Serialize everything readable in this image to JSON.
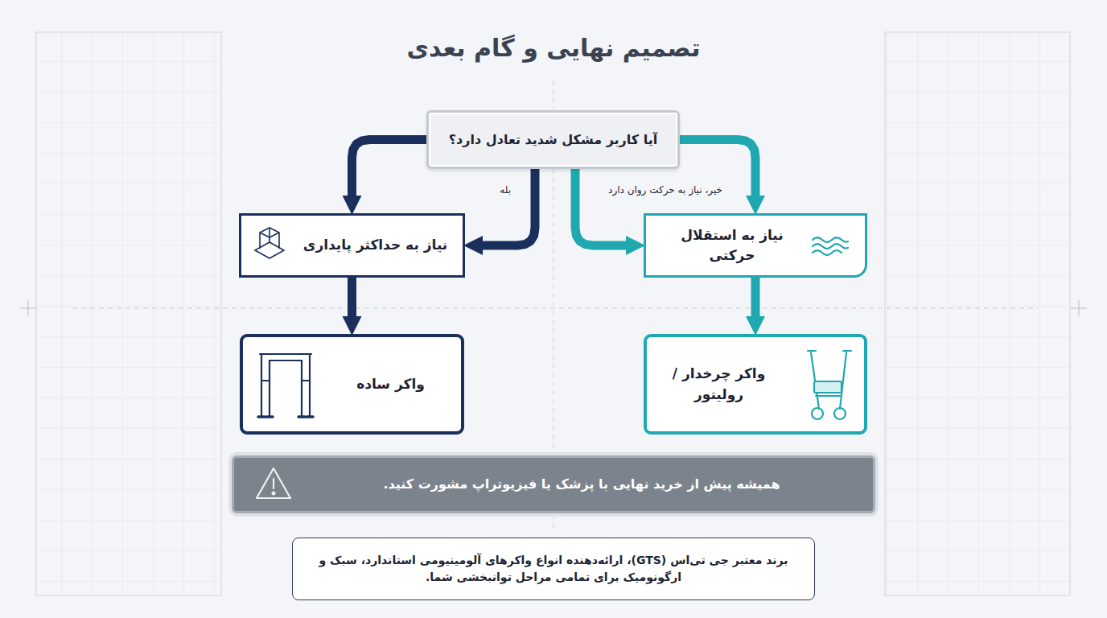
{
  "diagram": {
    "title": "تصمیم نهایی و گام بعدی",
    "nodes": [
      {
        "text": [
          "آیا کاربر مشکل شدید تعادل دارد؟"
        ]
      },
      {
        "text": [
          "نیاز به حداکثر پایداری"
        ]
      },
      {
        "text": [
          "نیاز به استقلال حرکتی"
        ]
      },
      {
        "text": [
          "واکر ساده"
        ]
      },
      {
        "text": [
          "واکر چرخدار / رولیتور"
        ]
      },
      {
        "text": [
          "همیشه پیش از خرید نهایی با پزشک یا فیزیوتراپ مشورت کنید."
        ]
      },
      {
        "text": [
          "برند معتبر جی تی‌اس (GTS)، ارائه‌دهنده انواع واکرهای آلومینیومی استاندارد، سبک و ارگونومیک برای تمامی مراحل توانبخشی شما."
        ]
      }
    ],
    "edges": [
      {
        "from": 0,
        "to": 1,
        "label": "بله",
        "arrow": "to"
      },
      {
        "from": 0,
        "to": 1,
        "arrow": "to"
      },
      {
        "from": 0,
        "to": 2,
        "label": "خیر، نیاز به حرکت روان دارد",
        "arrow": "to"
      },
      {
        "from": 0,
        "to": 2,
        "arrow": "to"
      },
      {
        "from": 1,
        "to": 3,
        "arrow": "to"
      },
      {
        "from": 2,
        "to": 4,
        "arrow": "to"
      }
    ]
  }
}
